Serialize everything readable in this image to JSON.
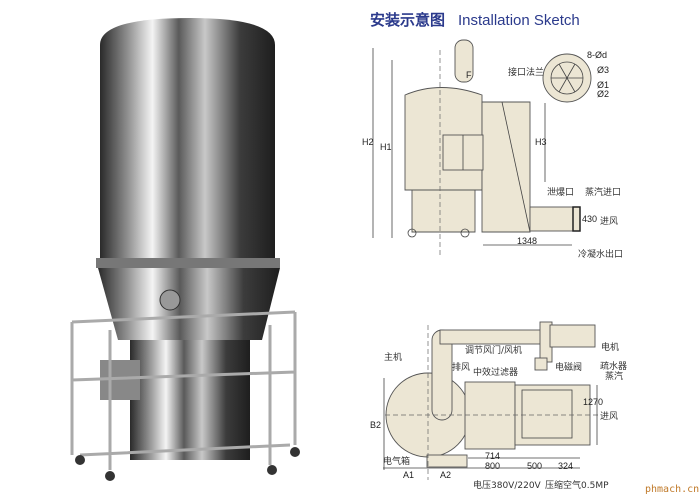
{
  "title": {
    "cn": "安装示意图",
    "en": "Installation Sketch"
  },
  "elevation": {
    "H2": "H2",
    "H1": "H1",
    "H3": "H3",
    "F": "F",
    "flange_label": "接口法兰",
    "bolt": "8-Ød",
    "d3": "Ø3",
    "d1": "Ø1",
    "d2": "Ø2",
    "explosion_vent": "泄爆口",
    "steam_inlet": "蒸汽进口",
    "dim_430": "430",
    "air_inlet": "进风",
    "dim_1348": "1348",
    "condensate_outlet": "冷凝水出口"
  },
  "plan": {
    "main_unit": "主机",
    "exhaust": "排风",
    "damper_fan": "调节风门/风机",
    "motor": "电机",
    "filter": "中效过滤器",
    "trap": "疏水器",
    "solenoid": "电磁阀",
    "steam": "蒸汽",
    "dim_1270": "1270",
    "air_inlet": "进风",
    "B2": "B2",
    "dim_714": "714",
    "control_box": "电气箱",
    "dim_800": "800",
    "dim_500": "500",
    "dim_324": "324",
    "A1": "A1",
    "A2": "A2",
    "voltage": "电压380V/220V",
    "compressed_air": "压缩空气0.5MP"
  },
  "watermark": "phmach.cn",
  "colors": {
    "title": "#2b3a8c",
    "watermark": "#c07a2a",
    "sketch_fill": "#ece6d4"
  }
}
